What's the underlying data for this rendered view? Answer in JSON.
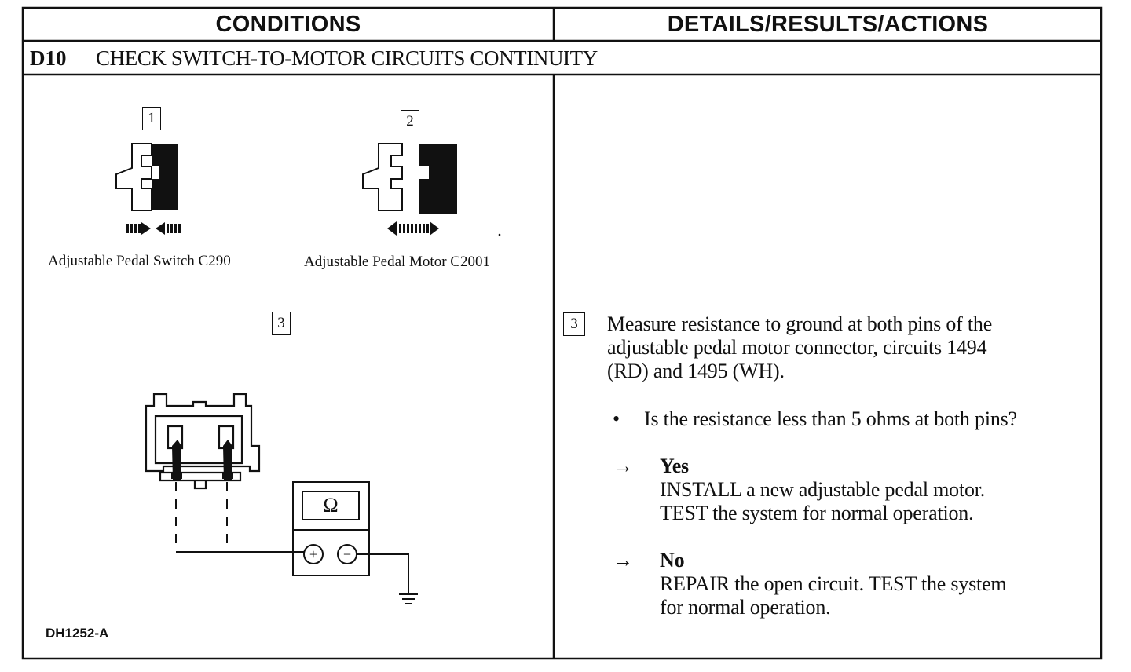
{
  "table": {
    "col_left_header": "CONDITIONS",
    "col_right_header": "DETAILS/RESULTS/ACTIONS"
  },
  "step": {
    "id": "D10",
    "title": "CHECK SWITCH-TO-MOTOR CIRCUITS CONTINUITY"
  },
  "figures": {
    "connector1": {
      "number": "1",
      "caption": "Adjustable Pedal Switch C290"
    },
    "connector2": {
      "number": "2",
      "caption": "Adjustable Pedal Motor C2001"
    },
    "meter_setup": {
      "number": "3",
      "meter_symbol": "Ω",
      "plus": "+",
      "minus": "−"
    },
    "figure_id": "DH1252-A"
  },
  "details": {
    "step_number": "3",
    "instruction_lines": [
      "Measure resistance to ground at both pins of the",
      "adjustable pedal motor connector, circuits 1494",
      "(RD) and 1495 (WH)."
    ],
    "question": "Is the resistance less than 5 ohms at both pins?",
    "results": [
      {
        "label": "Yes",
        "lines": [
          "INSTALL a new adjustable pedal motor.",
          "TEST the system for normal operation."
        ]
      },
      {
        "label": "No",
        "lines": [
          "REPAIR the open circuit. TEST the system",
          "for normal operation."
        ]
      }
    ],
    "bullet_glyph": "•",
    "arrow_glyph": "→"
  }
}
